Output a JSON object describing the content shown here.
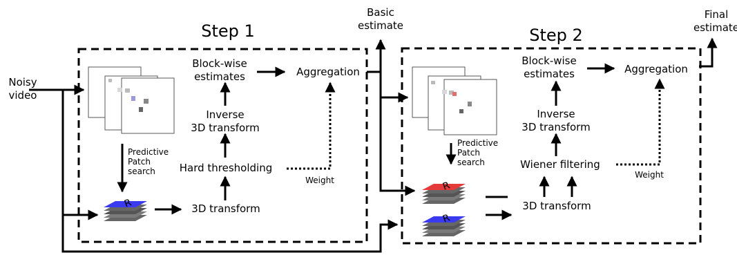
{
  "io": {
    "input": [
      "Noisy",
      "video"
    ],
    "basic": [
      "Basic",
      "estimate"
    ],
    "final": [
      "Final",
      "estimate"
    ]
  },
  "step1": {
    "title": "Step 1",
    "block_estimates": [
      "Block-wise",
      "estimates"
    ],
    "aggregation": "Aggregation",
    "inverse": [
      "Inverse",
      "3D transform"
    ],
    "threshold": "Hard thresholding",
    "transform": "3D transform",
    "search": [
      "Predictive",
      "Patch",
      "search"
    ],
    "weight": "Weight"
  },
  "step2": {
    "title": "Step 2",
    "block_estimates": [
      "Block-wise",
      "estimates"
    ],
    "aggregation": "Aggregation",
    "inverse": [
      "Inverse",
      "3D transform"
    ],
    "filter": "Wiener filtering",
    "transform": "3D transform",
    "search": [
      "Predictive",
      "Patch",
      "search"
    ],
    "weight": "Weight"
  },
  "colors": {
    "step1_group": "#3a3af0",
    "step2_group_noisy": "#3a3af0",
    "step2_group_basic": "#e43a3a"
  }
}
